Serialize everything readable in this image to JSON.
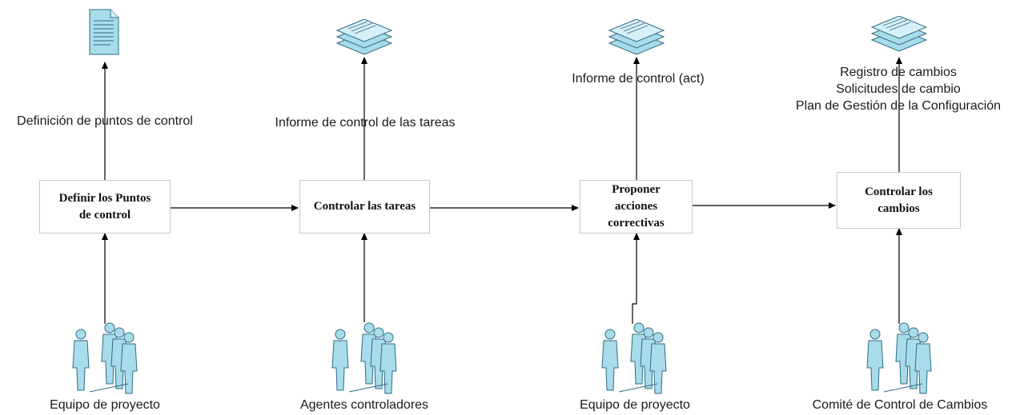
{
  "processes": [
    {
      "label_lines": [
        "Definir los Puntos",
        "de control"
      ]
    },
    {
      "label_lines": [
        "Controlar las tareas"
      ]
    },
    {
      "label_lines": [
        "Proponer",
        "acciones",
        "correctivas"
      ]
    },
    {
      "label_lines": [
        "Controlar los",
        "cambios"
      ]
    }
  ],
  "outputs": [
    {
      "text": "Definición de puntos de control",
      "icon": "document-icon"
    },
    {
      "text": "Informe de control de las tareas",
      "icon": "document-stack-icon"
    },
    {
      "text": "Informe de control (act)",
      "icon": "document-stack-icon"
    },
    {
      "lines": [
        "Registro de cambios",
        "Solicitudes de cambio",
        "Plan de Gestión de la Configuración"
      ],
      "icon": "document-stack-icon"
    }
  ],
  "actors": [
    {
      "text": "Equipo de proyecto",
      "icon": "people-group-icon"
    },
    {
      "text": "Agentes controladores",
      "icon": "people-group-icon"
    },
    {
      "text": "Equipo de proyecto",
      "icon": "people-group-icon"
    },
    {
      "text": "Comité de Control de Cambios",
      "icon": "people-group-icon"
    }
  ],
  "colors": {
    "icon_fill": "#a9dcea",
    "icon_stroke": "#2f6c82",
    "line": "#000000",
    "box_border": "#c9c9c9"
  }
}
